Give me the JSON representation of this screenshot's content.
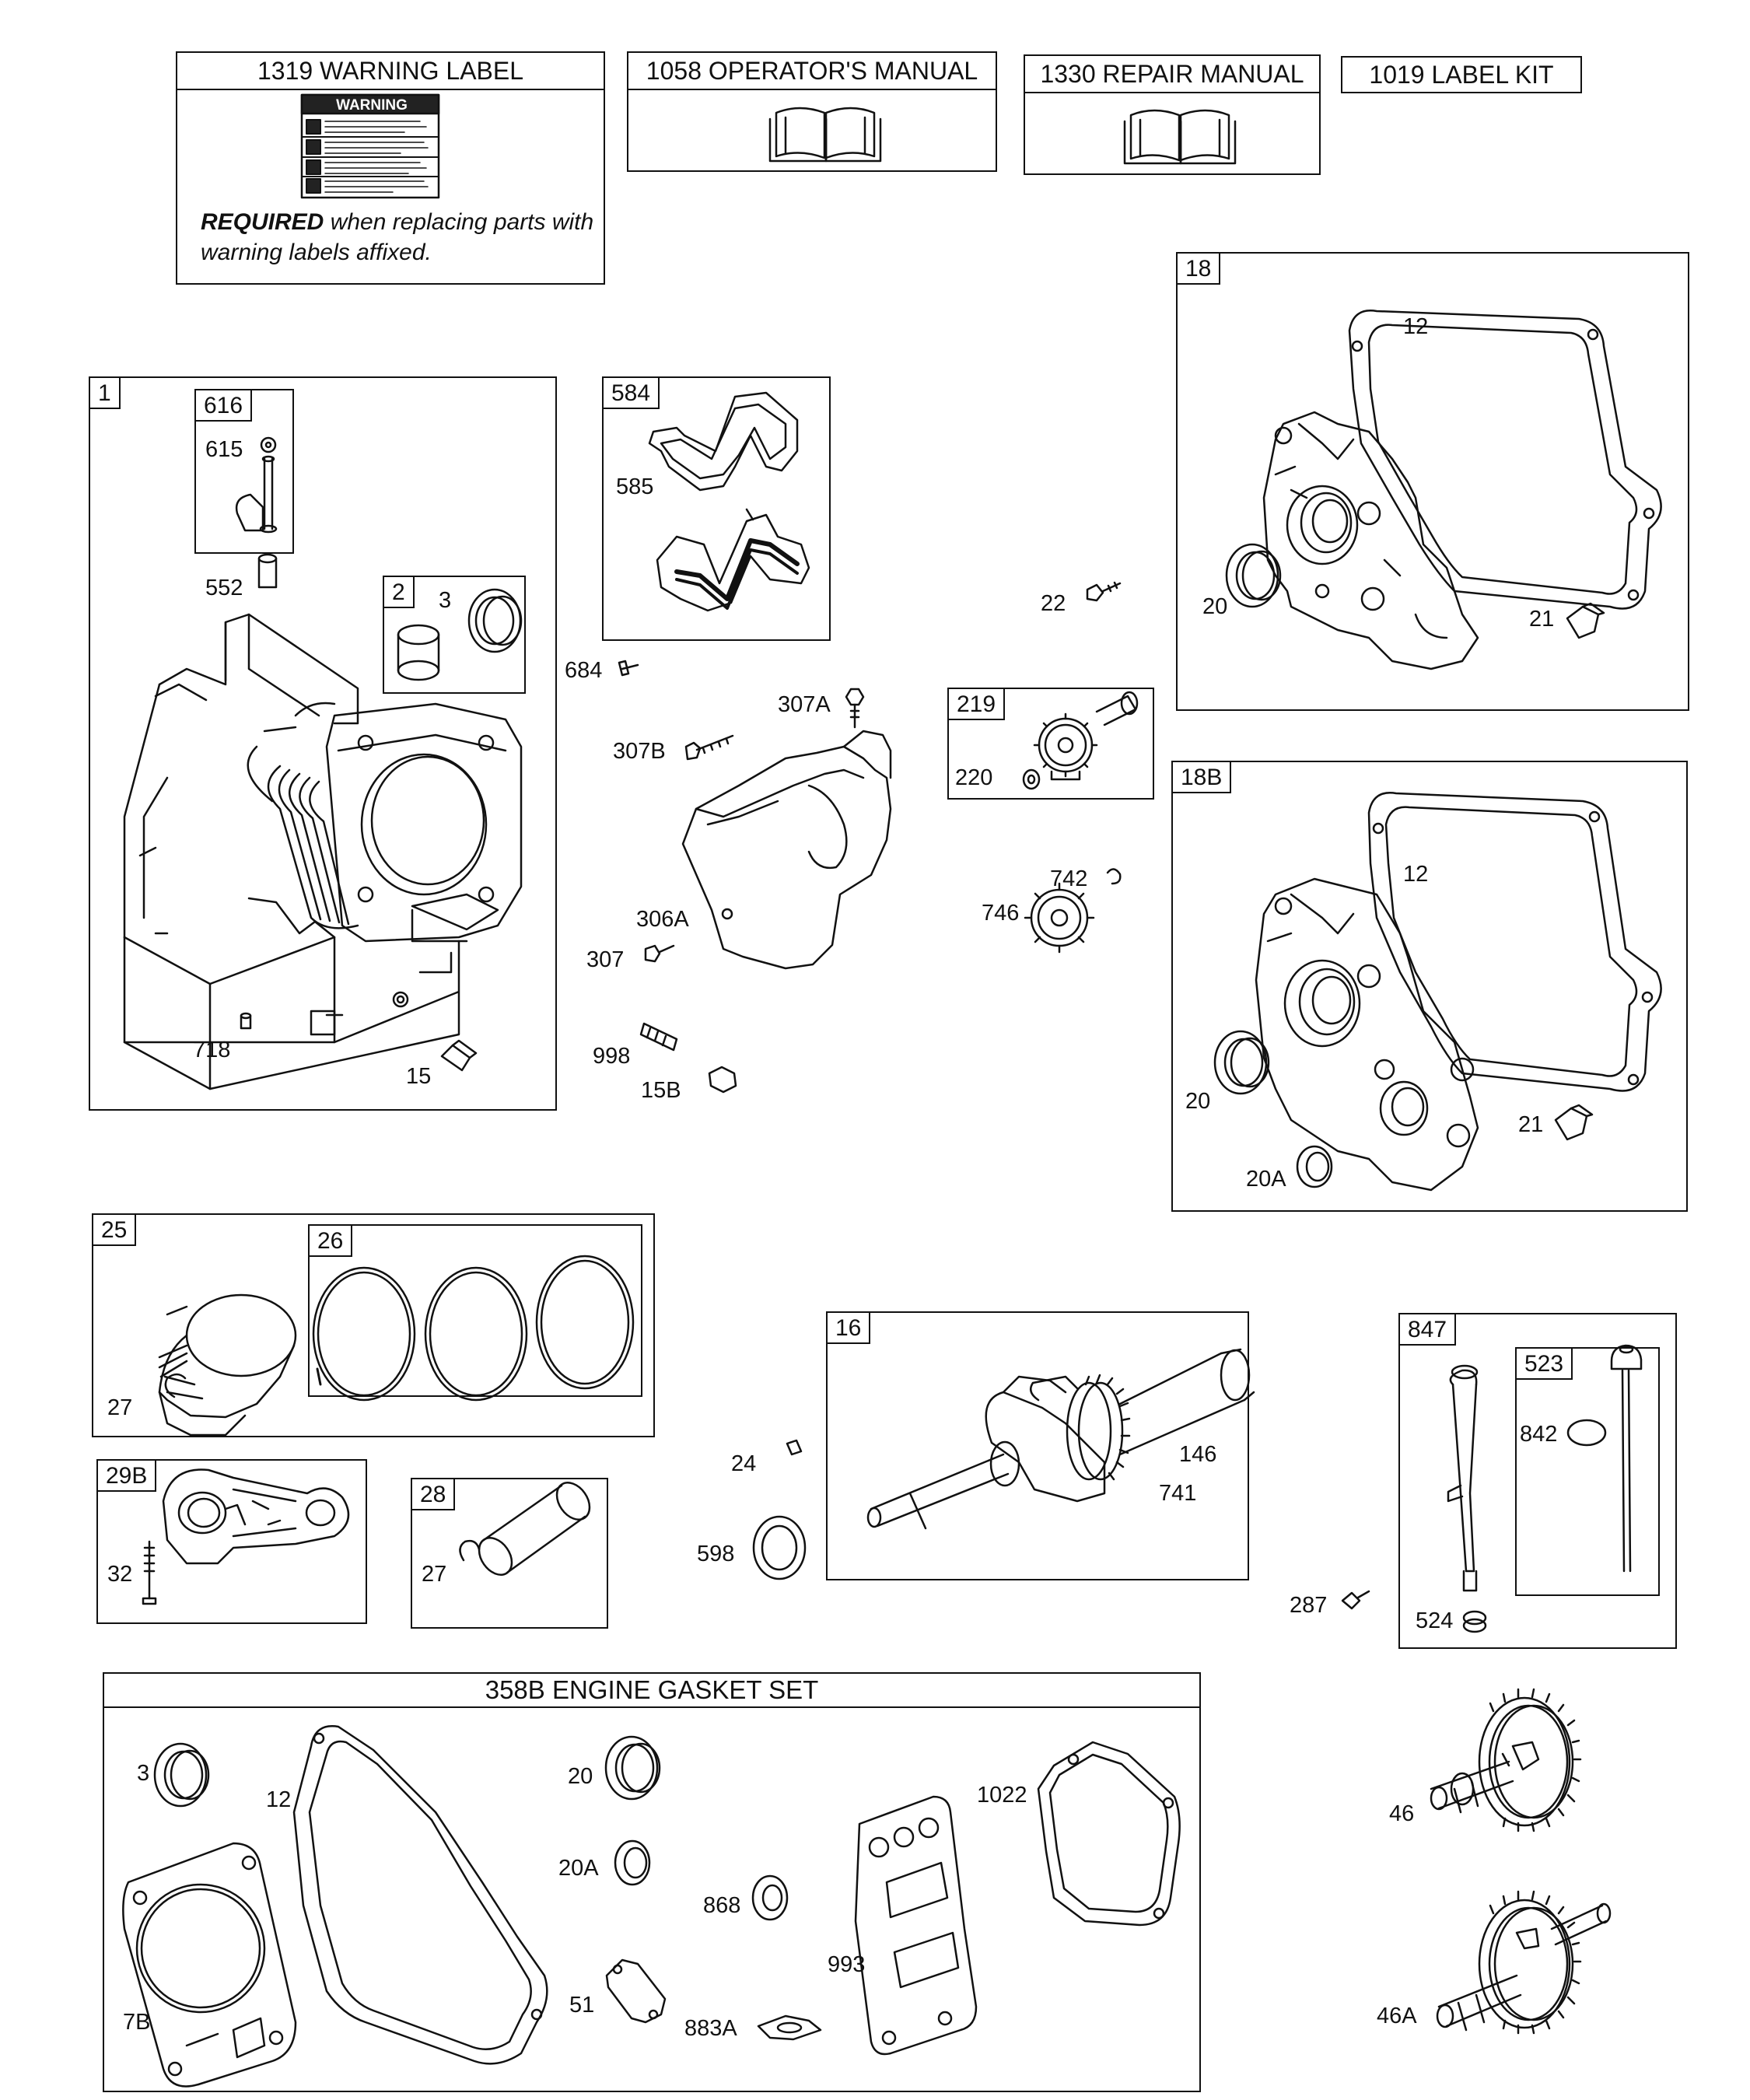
{
  "header_boxes": {
    "warning_label": {
      "title": "1319 WARNING LABEL",
      "warning_word": "WARNING",
      "required_bold": "REQUIRED",
      "required_rest": " when replacing parts with warning labels affixed."
    },
    "operators_manual": {
      "title": "1058 OPERATOR'S MANUAL"
    },
    "repair_manual": {
      "title": "1330 REPAIR MANUAL"
    },
    "label_kit": {
      "title": "1019 LABEL KIT"
    }
  },
  "assemblies": {
    "a1": {
      "tag": "1"
    },
    "a616": {
      "tag": "616"
    },
    "a2": {
      "tag": "2"
    },
    "a584": {
      "tag": "584"
    },
    "a18": {
      "tag": "18"
    },
    "a219": {
      "tag": "219"
    },
    "a18b": {
      "tag": "18B"
    },
    "a25": {
      "tag": "25"
    },
    "a26": {
      "tag": "26"
    },
    "a16": {
      "tag": "16"
    },
    "a847": {
      "tag": "847"
    },
    "a523": {
      "tag": "523"
    },
    "a29b": {
      "tag": "29B"
    },
    "a28": {
      "tag": "28"
    },
    "gasket_set": {
      "title": "358B ENGINE GASKET SET"
    }
  },
  "part_labels": {
    "p615": "615",
    "p552": "552",
    "p3": "3",
    "p718": "718",
    "p15": "15",
    "p585": "585",
    "p684": "684",
    "p307A": "307A",
    "p307B": "307B",
    "p306A": "306A",
    "p307": "307",
    "p998": "998",
    "p15B": "15B",
    "p22": "22",
    "p220": "220",
    "p742": "742",
    "p746": "746",
    "p18_12": "12",
    "p18_20": "20",
    "p18_21": "21",
    "p18b_12": "12",
    "p18b_20": "20",
    "p18b_21": "21",
    "p18b_20A": "20A",
    "p27a": "27",
    "p24": "24",
    "p598": "598",
    "p146": "146",
    "p741": "741",
    "p842": "842",
    "p287": "287",
    "p524": "524",
    "p32": "32",
    "p27b": "27",
    "g3": "3",
    "g12": "12",
    "g7B": "7B",
    "g20": "20",
    "g20A": "20A",
    "g868": "868",
    "g51": "51",
    "g883A": "883A",
    "g993": "993",
    "g1022": "1022",
    "p46": "46",
    "p46A": "46A"
  }
}
